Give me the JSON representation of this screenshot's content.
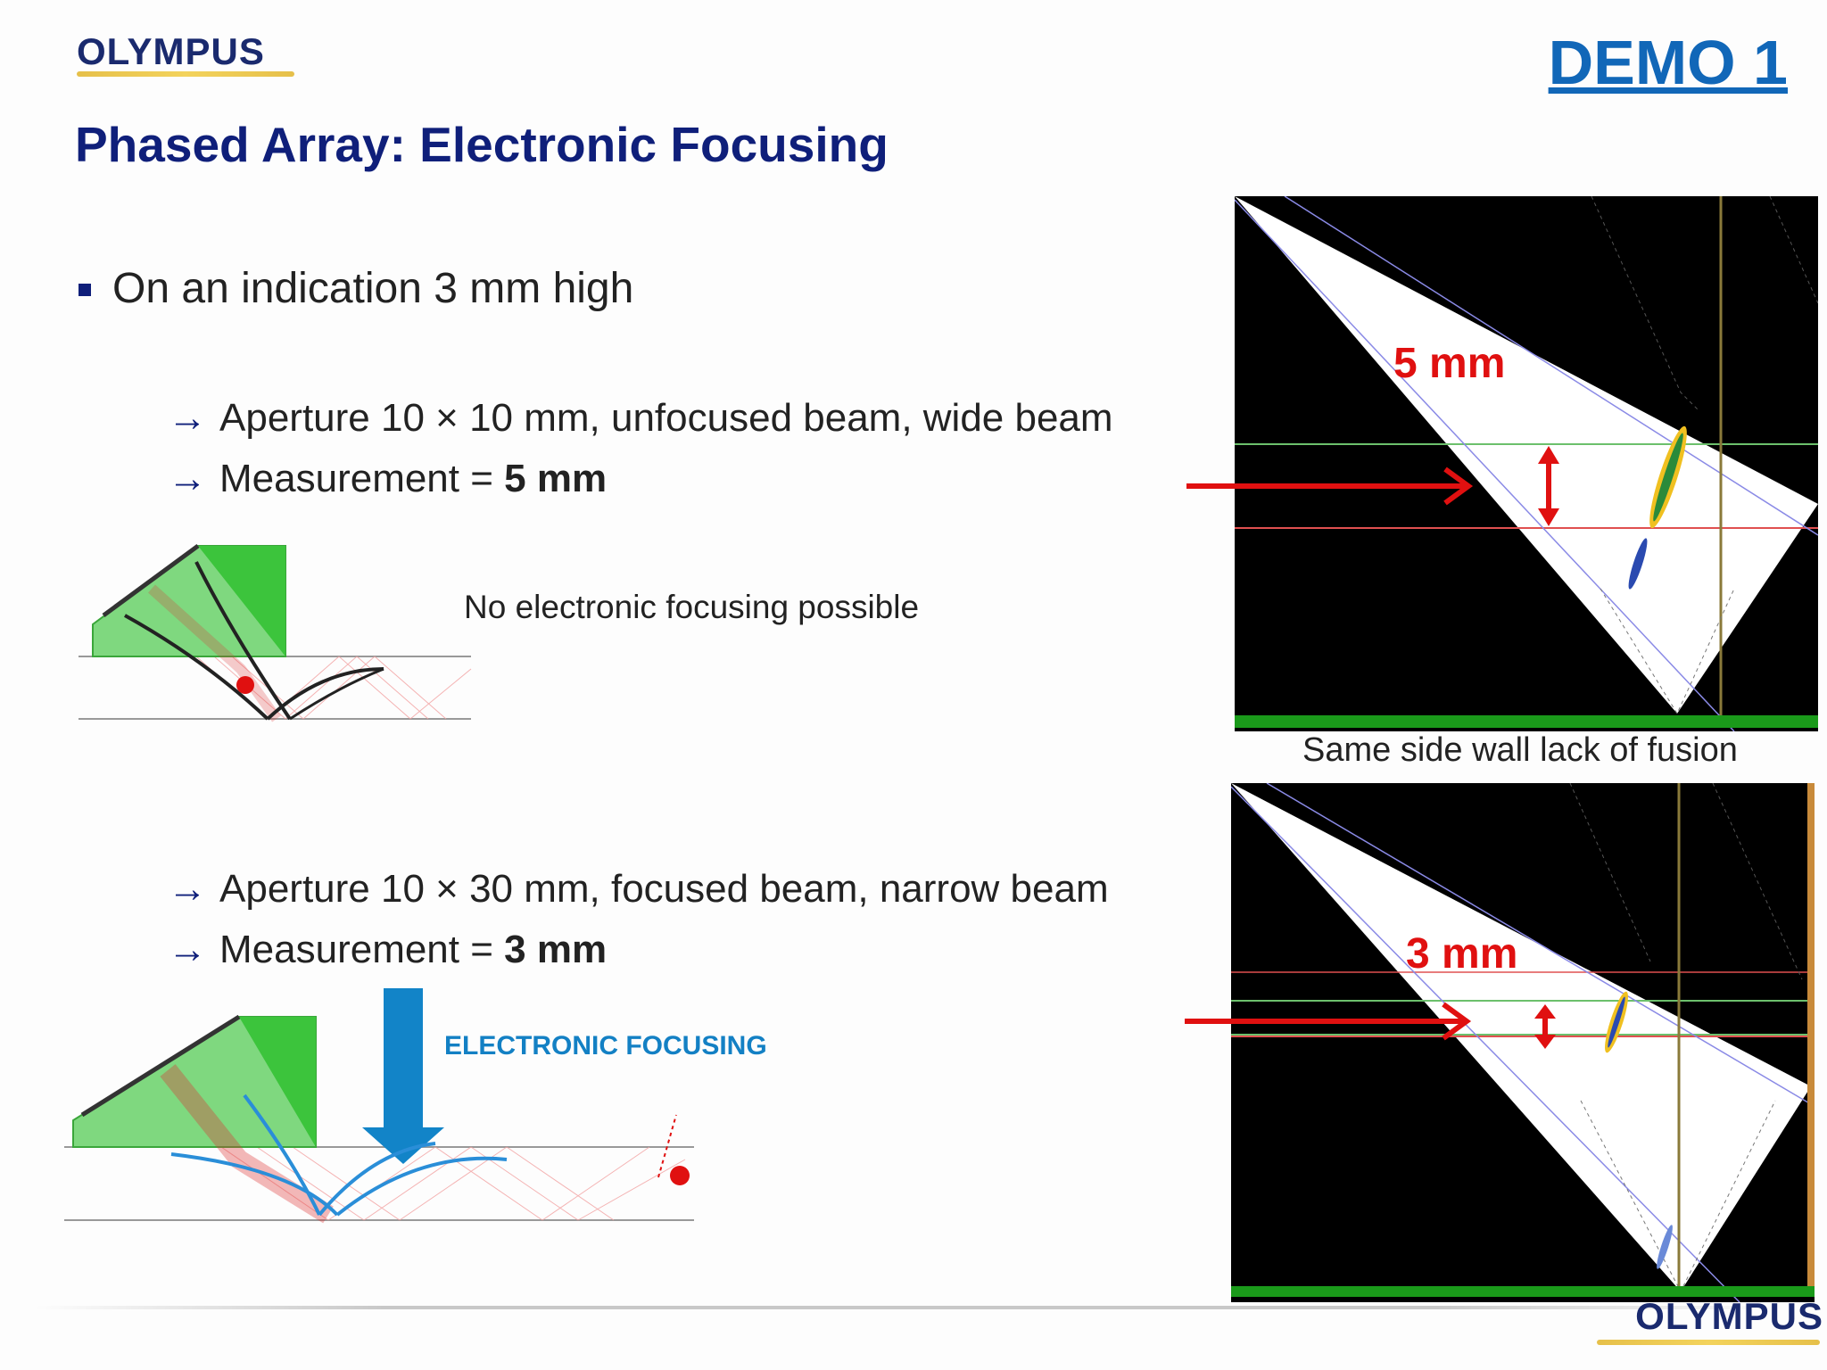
{
  "header": {
    "logo_text": "OLYMPUS",
    "demo_label": "DEMO 1",
    "title": "Phased Array: Electronic Focusing"
  },
  "bullet": {
    "text": "On an indication 3 mm high"
  },
  "case_unfocused": {
    "aperture_line": "Aperture 10 × 10 mm, unfocused beam, wide beam",
    "measurement_prefix": "Measurement = ",
    "measurement_value": "5 mm",
    "note": "No electronic focusing possible"
  },
  "case_focused": {
    "aperture_line": "Aperture 10 × 30 mm, focused beam, narrow beam",
    "measurement_prefix": "Measurement = ",
    "measurement_value": "3 mm",
    "focus_label": "ELECTRONIC FOCUSING"
  },
  "scan_top": {
    "measurement_label": "5 mm",
    "caption": "Same side wall lack of fusion"
  },
  "scan_bottom": {
    "measurement_label": "3 mm"
  },
  "footer": {
    "logo_text": "OLYMPUS"
  },
  "colors": {
    "title_blue": "#0f1f7a",
    "demo_blue": "#1167b8",
    "annotation_red": "#e01010",
    "focus_blue": "#1380c4",
    "wedge_green": "#4cc44c"
  }
}
